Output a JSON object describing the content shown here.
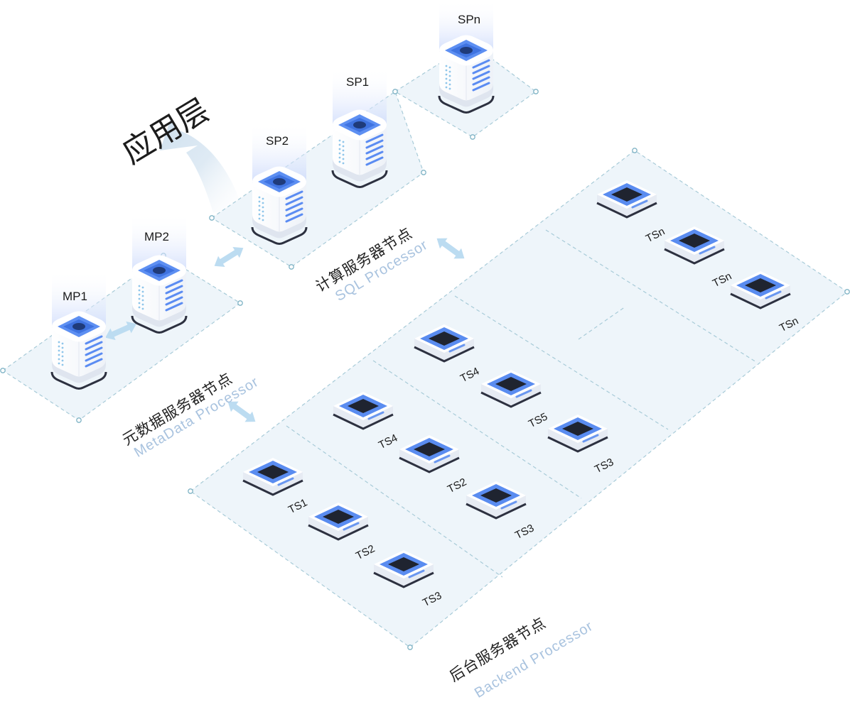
{
  "app_layer": "应用层",
  "groups": {
    "metadata": {
      "cn": "元数据服务器节点",
      "en": "MetaData Processor"
    },
    "sql": {
      "cn": "计算服务器节点",
      "en": "SQL Processor"
    },
    "backend": {
      "cn": "后台服务器节点",
      "en": "Backend Processor"
    }
  },
  "servers": {
    "mp1": "MP1",
    "mp2": "MP2",
    "sp1": "SP1",
    "sp2": "SP2",
    "spn": "SPn"
  },
  "storage_nodes": {
    "col1": [
      "TS1",
      "TS2",
      "TS3"
    ],
    "col2": [
      "TS4",
      "TS2",
      "TS3"
    ],
    "col3": [
      "TS4",
      "TS5",
      "TS3"
    ],
    "col4": [
      "TSn",
      "TSn",
      "TSn"
    ]
  },
  "colors": {
    "accent": "#4a7ff0",
    "platform_fill": "#eef5fa",
    "platform_border": "#a8cbd8",
    "arrow": "#bcd9ee",
    "en_text": "#a9c3df"
  }
}
